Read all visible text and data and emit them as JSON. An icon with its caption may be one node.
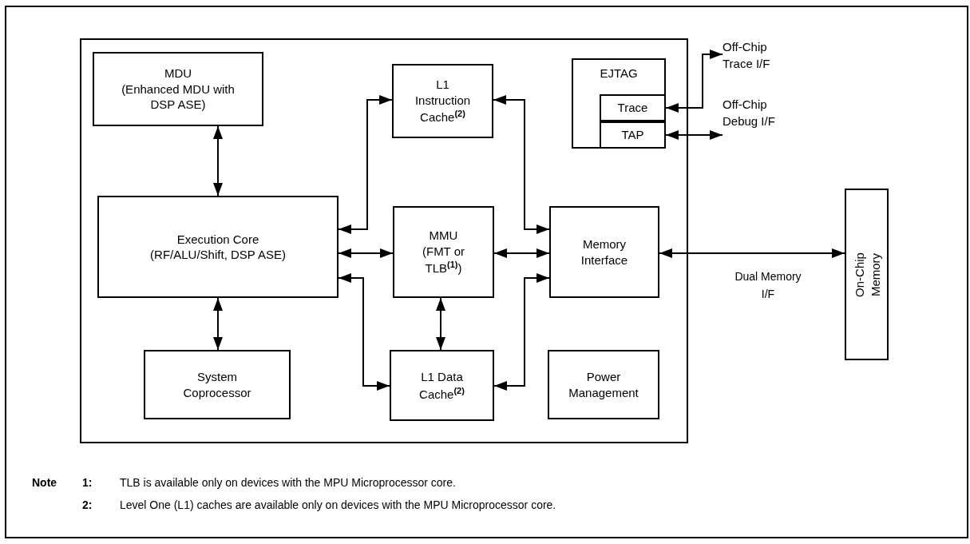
{
  "diagram": {
    "nodes": [
      {
        "text": [],
        "shape": "box"
      },
      {
        "text": [
          "MDU",
          "(Enhanced MDU with DSP ASE)"
        ],
        "in": 0
      },
      {
        "text": [
          "L1 Instruction Cache$^{(2)}$"
        ],
        "in": 0
      },
      {
        "text": [
          "EJTAG"
        ],
        "in": 0
      },
      {
        "text": [
          "Trace"
        ],
        "in": 3
      },
      {
        "text": [
          "TAP"
        ],
        "in": 3
      },
      {
        "text": [
          "Execution Core",
          "(RF/ALU/Shift, DSP ASE)"
        ],
        "in": 0
      },
      {
        "text": [
          "MMU (FMT or TLB$^{(1)}$)"
        ],
        "in": 0
      },
      {
        "text": [
          "Memory Interface"
        ],
        "in": 0
      },
      {
        "text": [
          "System Coprocessor"
        ],
        "in": 0
      },
      {
        "text": [
          "L1 Data Cache$^{(2)}$"
        ],
        "in": 0
      },
      {
        "text": [
          "Power Management"
        ],
        "in": 0
      },
      {
        "text": [
          "Off-Chip Trace I/F"
        ]
      },
      {
        "text": [
          "Off-Chip Debug I/F"
        ]
      },
      {
        "text": [
          "On-Chip Memory"
        ]
      }
    ],
    "edges": [
      {
        "from": 1,
        "to": 6,
        "arrow": "both"
      },
      {
        "from": 6,
        "to": 2,
        "arrow": "both"
      },
      {
        "from": 2,
        "to": 8,
        "arrow": "both"
      },
      {
        "from": 6,
        "to": 7,
        "arrow": "both"
      },
      {
        "from": 7,
        "to": 8,
        "arrow": "both"
      },
      {
        "from": 6,
        "to": 10,
        "arrow": "both"
      },
      {
        "from": 10,
        "to": 8,
        "arrow": "both"
      },
      {
        "from": 7,
        "to": 10,
        "arrow": "both"
      },
      {
        "from": 6,
        "to": 9,
        "arrow": "both"
      },
      {
        "from": 4,
        "to": 12,
        "arrow": "both"
      },
      {
        "from": 5,
        "to": 13,
        "arrow": "both"
      },
      {
        "from": 8,
        "to": 14,
        "arrow": "both",
        "label": "Dual Memory I/F"
      }
    ],
    "labels": [
      "Note",
      "1:",
      "TLB is available only on devices with the MPU Microprocessor core.",
      "2:",
      "Level One (L1) caches are available only on devices with the MPU Microprocessor core."
    ]
  }
}
